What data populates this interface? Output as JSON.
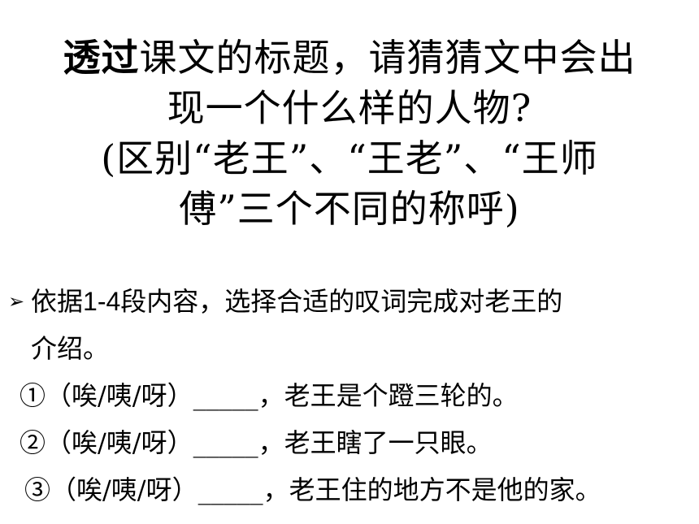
{
  "title": {
    "bold_part": "透过",
    "line1_rest": "课文的标题，请猜猜文中会出",
    "line2": "现一个什么样的人物?",
    "line3": "(区别“老王”、“王老”、“王师",
    "line4": "傅”三个不同的称呼)"
  },
  "task": {
    "bullet": "➢",
    "line1_pre": "依据",
    "line1_range": "1-4",
    "line1_post": "段内容，选择合适的叹词完成对老王的",
    "line2": "介绍。"
  },
  "options": [
    {
      "num": "①",
      "choices": "（唉/咦/呀）",
      "blank": "_____",
      "text": "，老王是个蹬三轮的。"
    },
    {
      "num": "②",
      "choices": "（唉/咦/呀）",
      "blank": "_____",
      "text": "，老王瞎了一只眼。"
    },
    {
      "num": "③",
      "choices": "（唉/咦/呀）",
      "blank": "_____",
      "text": "，老王住的地方不是他的家。"
    }
  ]
}
